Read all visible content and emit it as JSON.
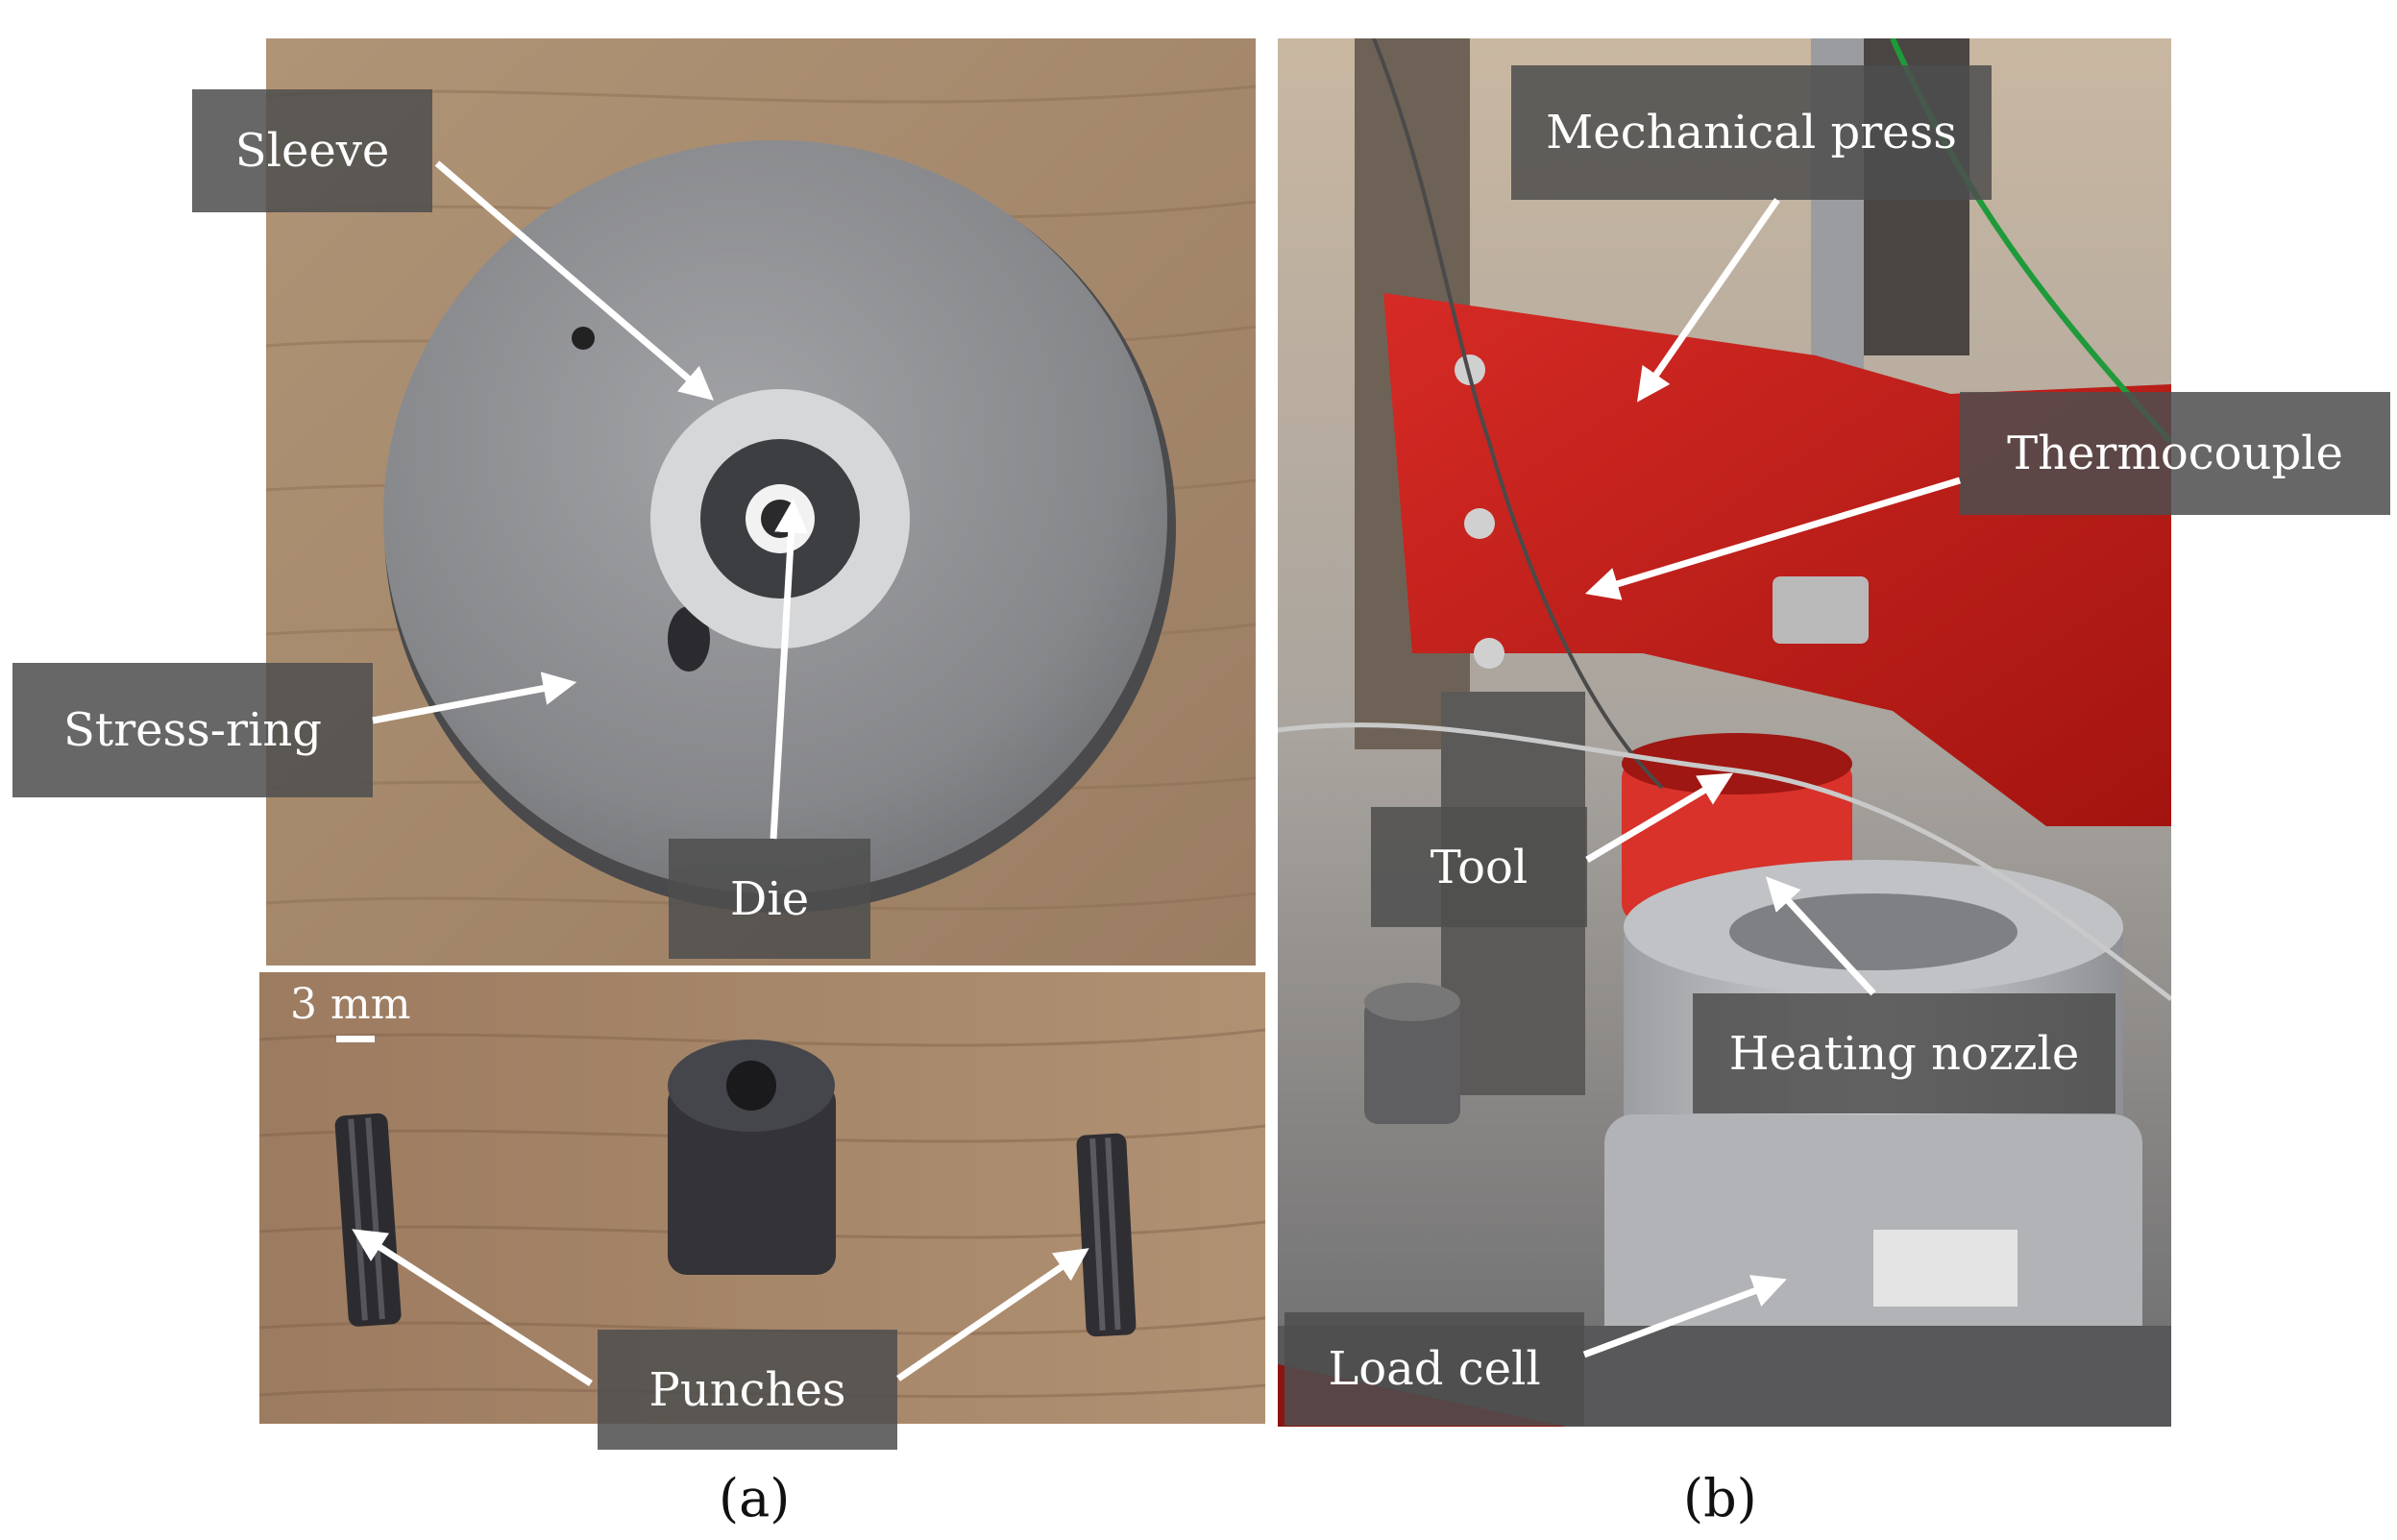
{
  "panel_a": {
    "labels": {
      "sleeve": "Sleeve",
      "stress_ring": "Stress-ring",
      "die": "Die",
      "punches": "Punches"
    },
    "scale_text": "3 mm",
    "caption": "(a)"
  },
  "panel_b": {
    "labels": {
      "mechanical_press": "Mechanical press",
      "thermocouple": "Thermocouple",
      "tool": "Tool",
      "heating_nozzle": "Heating nozzle",
      "load_cell": "Load cell"
    },
    "caption": "(b)"
  },
  "colors": {
    "wood": "#a5876a",
    "steel_disk": "#8b8b8d",
    "press_red": "#c8201f",
    "label_bg": "#4e4e4e",
    "arrow": "#ffffff"
  }
}
